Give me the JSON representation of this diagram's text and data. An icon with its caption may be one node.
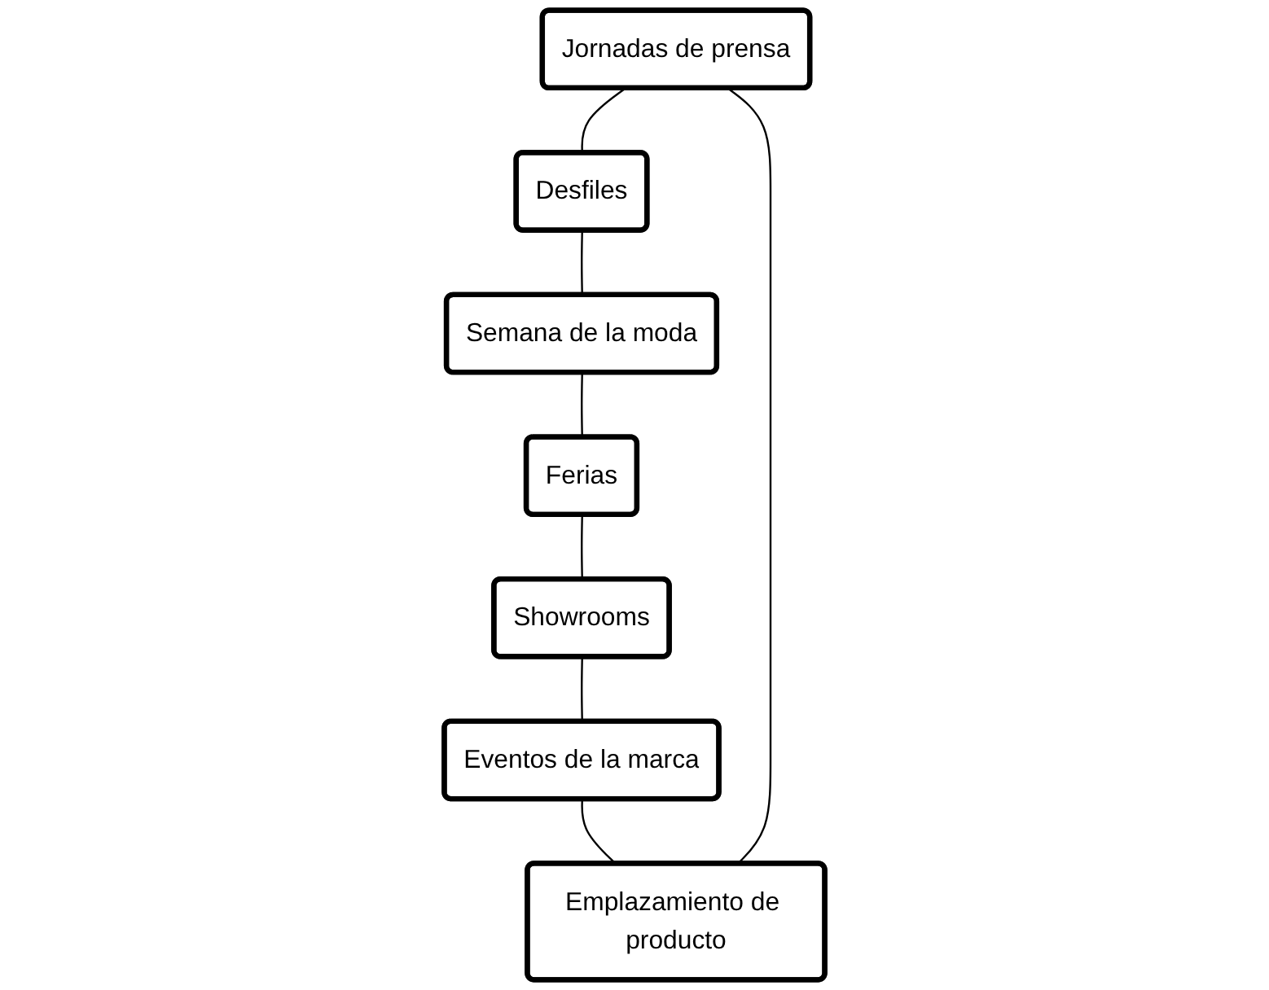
{
  "diagram": {
    "nodes": [
      {
        "text": [
          "Jornadas de prensa"
        ]
      },
      {
        "text": [
          "Emplazamiento de producto"
        ]
      },
      {
        "text": [
          "Desfiles"
        ]
      },
      {
        "text": [
          "Eventos de la marca"
        ]
      },
      {
        "text": [
          "Semana de la moda"
        ]
      },
      {
        "text": [
          "Showrooms"
        ]
      },
      {
        "text": [
          "Ferias"
        ]
      }
    ],
    "edges": [
      {
        "from": 0,
        "to": 2,
        "arrow": "none"
      },
      {
        "from": 2,
        "to": 4,
        "arrow": "none"
      },
      {
        "from": 4,
        "to": 6,
        "arrow": "none"
      },
      {
        "from": 6,
        "to": 5,
        "arrow": "none"
      },
      {
        "from": 5,
        "to": 3,
        "arrow": "none"
      },
      {
        "from": 3,
        "to": 1,
        "arrow": "none"
      },
      {
        "from": 1,
        "to": 0,
        "arrow": "none"
      }
    ]
  }
}
